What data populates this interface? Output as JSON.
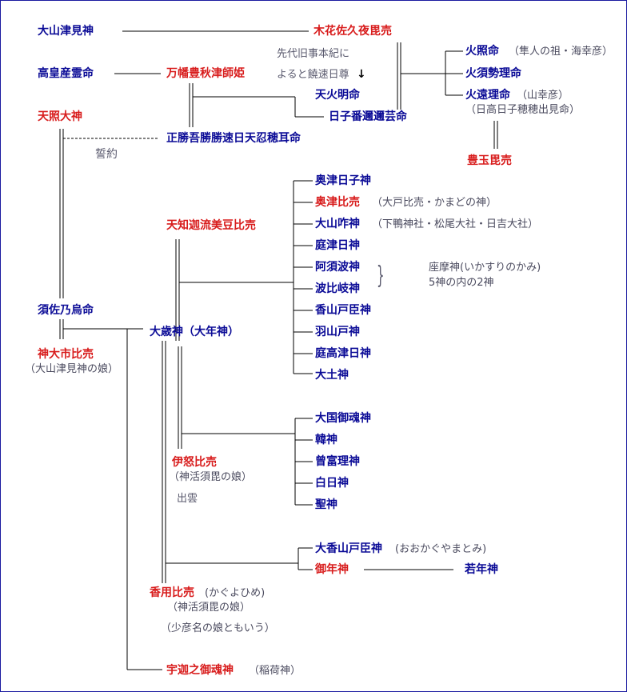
{
  "nodes": {
    "oyamatsumi": "大山津見神",
    "konohanasakuya": "木花佐久夜毘売",
    "takamimusubi": "高皇産霊命",
    "yorozuhata": "万幡豊秋津師姫",
    "amaterasu": "天照大神",
    "oshihomimi": "正勝吾勝勝速日天忍穂耳命",
    "amenohoakari": "天火明命",
    "ninigi": "日子番邇邇芸命",
    "hoderi": "火照命",
    "hoderi_note": "（隼人の祖・海幸彦）",
    "hosuseri": "火須勢理命",
    "hoori": "火遠理命",
    "hoori_note1": "（山幸彦）",
    "hoori_note2": "（日高日子穂穂出見命）",
    "toyotama": "豊玉毘売",
    "kuji_note1": "先代旧事本紀に",
    "kuji_note2": "よると饒速日尊",
    "kuji_arrow": "↓",
    "oath": "誓約",
    "amechikaru": "天知迦流美豆比売",
    "okitsuhiko": "奥津日子神",
    "okitsuhime": "奥津比売",
    "okitsuhime_note": "（大戸比売・かまどの神）",
    "oyamakui": "大山咋神",
    "oyamakui_note": "（下鴨神社・松尾大社・日吉大社）",
    "niwatsuhi": "庭津日神",
    "asuha": "阿須波神",
    "hahiki": "波比岐神",
    "brace": "}",
    "zama_note1": "座摩神(いかすりのかみ)",
    "zama_note2": "5神の内の2神",
    "kagayamatomi": "香山戸臣神",
    "hayamato": "羽山戸神",
    "niwatakatsuhi": "庭高津日神",
    "otsuchi": "大土神",
    "susanoo": "須佐乃烏命",
    "toshigami": "大歳神（大年神）",
    "kamuoichi": "神大市比売",
    "kamuoichi_note": "（大山津見神の娘）",
    "okunimitama": "大国御魂神",
    "karakami": "韓神",
    "sohori": "曾富理神",
    "shirahi": "白日神",
    "hijiri": "聖神",
    "inohime": "伊怒比売",
    "inohime_note": "（神活須毘の娘）",
    "izumo": "出雲",
    "okagayamatomi": "大香山戸臣神",
    "okagayamatomi_note": "(おおかぐやまとみ)",
    "mitoshi": "御年神",
    "wakatoshi": "若年神",
    "kayohime": "香用比売",
    "kayohime_reading": "(かぐよひめ)",
    "kayohime_note": "（神活須毘の娘）",
    "sukuna_note": "（少彦名の娘ともいう）",
    "ukanomitama": "宇迦之御魂神",
    "ukanomitama_note": "（稲荷神）"
  }
}
